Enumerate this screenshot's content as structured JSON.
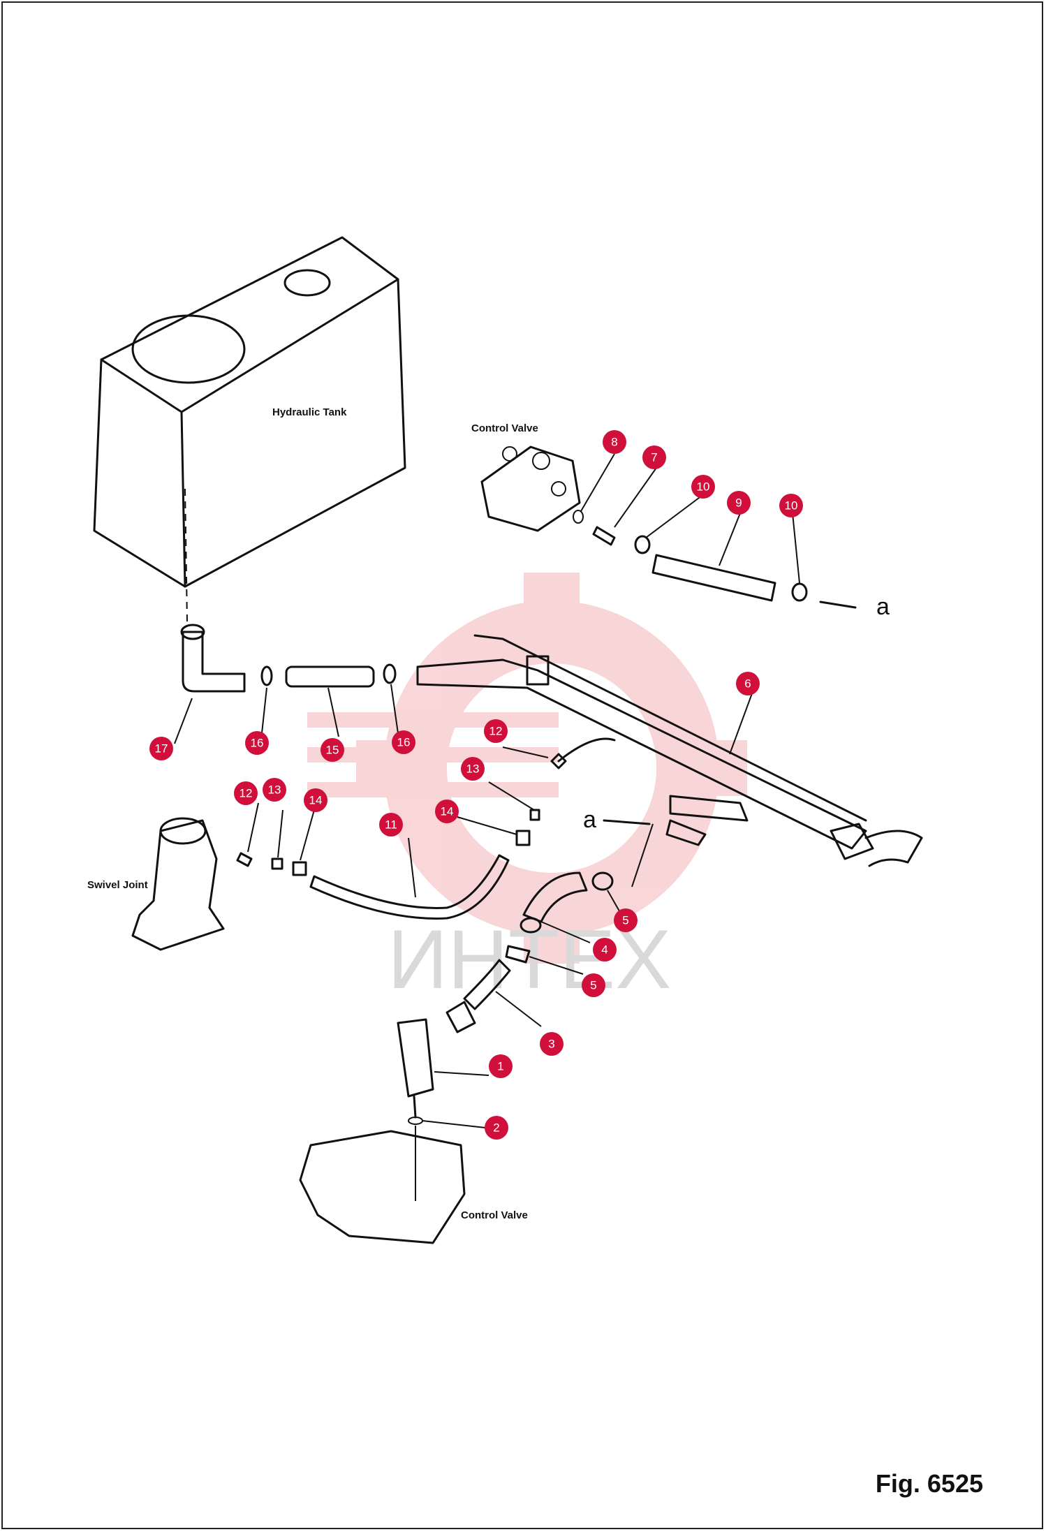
{
  "labels": {
    "hydraulic_tank": "Hydraulic Tank",
    "control_valve_top": "Control Valve",
    "control_valve_bottom": "Control Valve",
    "swivel_joint": "Swivel Joint",
    "arrow_a_1": "a",
    "arrow_a_2": "a",
    "watermark": "ИНТЕХ",
    "figure": "Fig. 6525"
  },
  "badges": [
    "8",
    "7",
    "10",
    "9",
    "10",
    "6",
    "12",
    "13",
    "14",
    "11",
    "17",
    "16",
    "15",
    "16",
    "12",
    "13",
    "14",
    "5",
    "4",
    "5",
    "3",
    "1",
    "2"
  ],
  "colors": {
    "badge": "#d0103a",
    "line": "#111111",
    "watermark": "#f4b6b8"
  }
}
